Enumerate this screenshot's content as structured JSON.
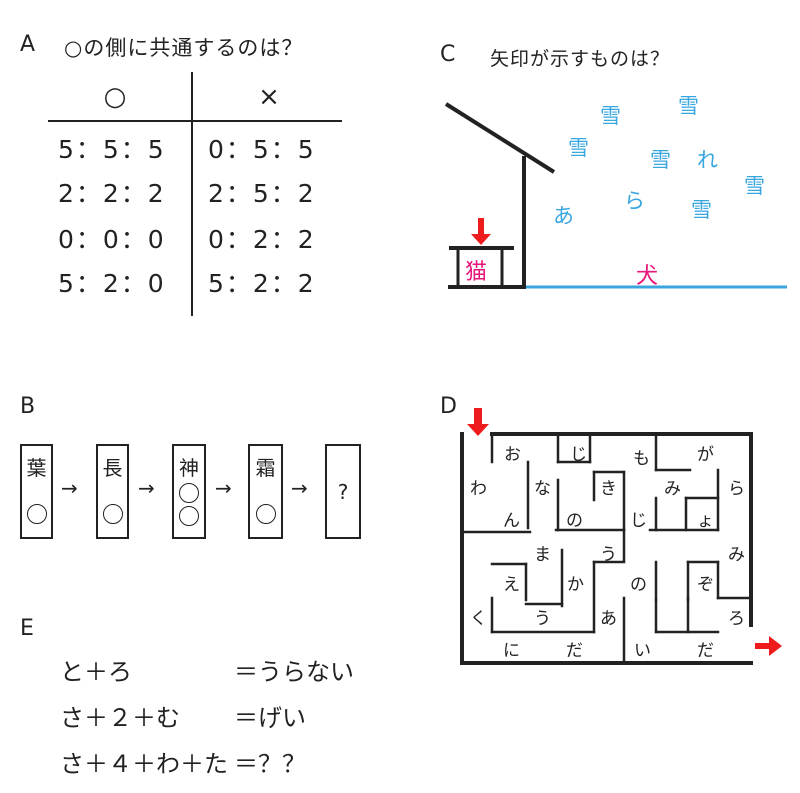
{
  "A": {
    "letter": "A",
    "question": "○の側に共通するのは？",
    "header_o": "○",
    "header_x": "×",
    "rows": [
      {
        "o": "5：5：5",
        "x": "0：5：5"
      },
      {
        "o": "2：2：2",
        "x": "2：5：2"
      },
      {
        "o": "0：0：0",
        "x": "0：2：2"
      },
      {
        "o": "5：2：0",
        "x": "5：2：2"
      }
    ]
  },
  "B": {
    "letter": "B",
    "boxes": [
      {
        "kanji": "葉",
        "circles": 1
      },
      {
        "kanji": "長",
        "circles": 1
      },
      {
        "kanji": "神",
        "circles": 2
      },
      {
        "kanji": "霜",
        "circles": 1
      }
    ],
    "arrow": "→",
    "last": "?"
  },
  "C": {
    "letter": "C",
    "question": "矢印が示すものは？",
    "cat": "猫",
    "dog": "犬",
    "snow_chars": [
      "雪",
      "雪",
      "雪",
      "雪",
      "れ",
      "雪",
      "あ",
      "ら",
      "雪"
    ],
    "colors": {
      "snow": "#3aa6e0",
      "pink": "#e8157a",
      "red": "#ee1c1c",
      "ground": "#3aa6e0"
    }
  },
  "D": {
    "letter": "D",
    "cells": [
      "お",
      "じ",
      "も",
      "が",
      "わ",
      "な",
      "き",
      "み",
      "ら",
      "ん",
      "の",
      "じ",
      "ょ",
      "ま",
      "う",
      "み",
      "え",
      "か",
      "の",
      "ぞ",
      "く",
      "う",
      "あ",
      "ろ",
      "に",
      "だ",
      "い",
      "だ"
    ]
  },
  "E": {
    "letter": "E",
    "lines": [
      {
        "lhs": "と＋ろ",
        "rhs": "＝うらない"
      },
      {
        "lhs": "さ＋２＋む",
        "rhs": "＝げい"
      },
      {
        "lhs": "さ＋４＋わ＋た",
        "rhs": "＝？？"
      }
    ]
  }
}
